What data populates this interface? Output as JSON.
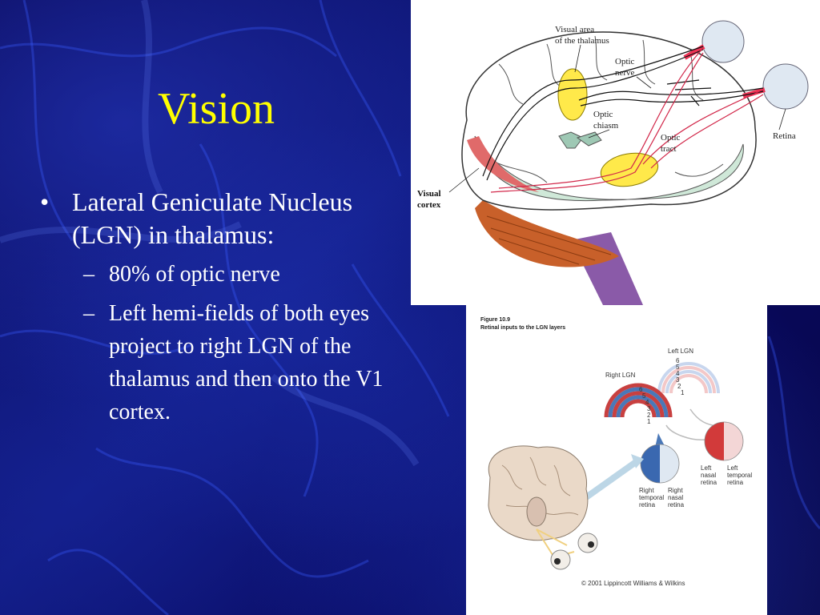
{
  "slide": {
    "title": "Vision",
    "bullet": "Lateral Geniculate Nucleus (LGN) in thalamus:",
    "bullet_marker": "•",
    "sub_marker": "–",
    "subs": [
      "80% of optic nerve",
      "Left hemi-fields of both eyes project to right LGN of the thalamus and then onto the V1 cortex."
    ]
  },
  "figure_top": {
    "labels": {
      "visual_area_1": "Visual area",
      "visual_area_2": "of the thalamus",
      "optic_nerve_1": "Optic",
      "optic_nerve_2": "nerve",
      "optic_chiasm_1": "Optic",
      "optic_chiasm_2": "chiasm",
      "optic_tract_1": "Optic",
      "optic_tract_2": "tract",
      "retina": "Retina",
      "visual_cortex_1": "Visual",
      "visual_cortex_2": "cortex"
    }
  },
  "figure_bottom": {
    "figure_number": "Figure 10.9",
    "caption": "Retinal inputs to the LGN layers",
    "left_lgn": "Left LGN",
    "right_lgn": "Right LGN",
    "layers": [
      "6",
      "5",
      "4",
      "3",
      "2",
      "1"
    ],
    "left_nasal_1": "Left",
    "left_nasal_2": "nasal",
    "left_nasal_3": "retina",
    "left_temporal_1": "Left",
    "left_temporal_2": "temporal",
    "left_temporal_3": "retina",
    "right_temporal_1": "Right",
    "right_temporal_2": "temporal",
    "right_temporal_3": "retina",
    "right_nasal_1": "Right",
    "right_nasal_2": "nasal",
    "right_nasal_3": "retina",
    "copyright": "© 2001 Lippincott Williams & Wilkins"
  },
  "colors": {
    "title": "#ffff00",
    "text": "#ffffff",
    "lgn_red": "#c84040",
    "lgn_blue": "#4a78b8"
  }
}
